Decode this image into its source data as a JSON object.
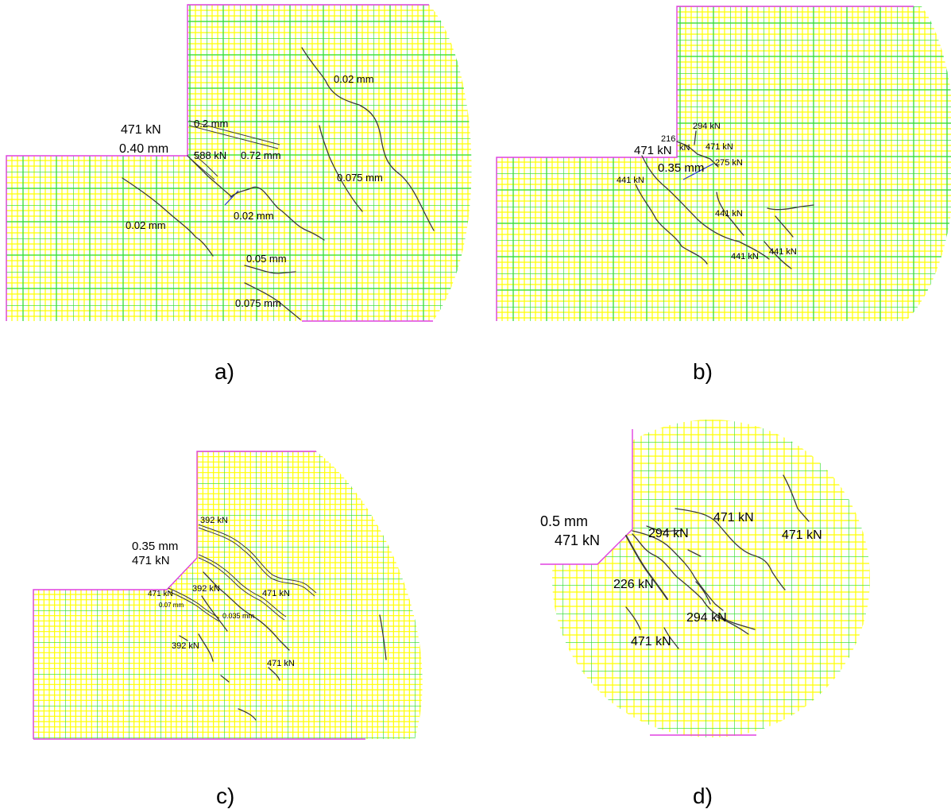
{
  "captions": {
    "a": "a)",
    "b": "b)",
    "c": "c)",
    "d": "d)"
  },
  "colors": {
    "fine_grid": "#ffff00",
    "coarse_grid": "#22dd44",
    "outline": "#e040e0",
    "crack": "#3a3a3a",
    "highlight_crack": "#2233cc"
  },
  "panel_a": {
    "labels": [
      "471 kN",
      "0.40 mm",
      "0.2 mm",
      "588 kN",
      "0.72 mm",
      "0.02 mm",
      "0.075 mm",
      "0.02 mm",
      "0.02 mm",
      "0.05 mm",
      "0.075 mm"
    ]
  },
  "panel_b": {
    "labels": [
      "294 kN",
      "216",
      "kN",
      "471 kN",
      "471 kN",
      "0.35 mm",
      "275 kN",
      "441 kN",
      "441 kN",
      "441 kN",
      "441 kN"
    ]
  },
  "panel_c": {
    "labels": [
      "392 kN",
      "0.35 mm",
      "471 kN",
      "471 kN",
      "392 kN",
      "471 kN",
      "0.07 mm",
      "0.035 mm",
      "392 kN",
      "471 kN"
    ]
  },
  "panel_d": {
    "labels": [
      "0.5 mm",
      "471 kN",
      "294 kN",
      "471 kN",
      "471 kN",
      "226 kN",
      "294 kN",
      "471 kN"
    ]
  }
}
